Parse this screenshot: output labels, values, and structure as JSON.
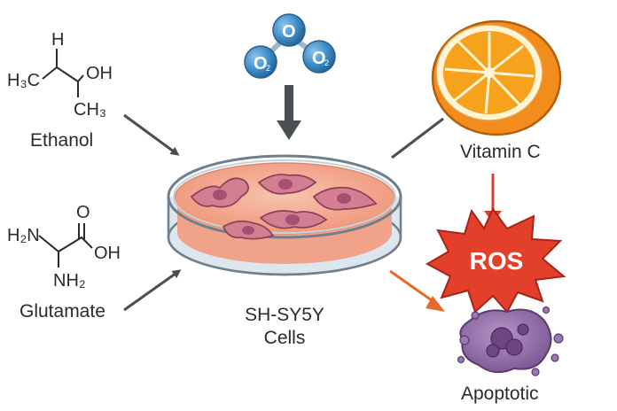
{
  "labels": {
    "ethanol": "Ethanol",
    "glutamate": "Glutamate",
    "cells_line1": "SH-SY5Y",
    "cells_line2": "Cells",
    "vitamin_c": "Vitamin C",
    "ros": "ROS",
    "apoptotic": "Apoptotic"
  },
  "oxygen": {
    "left": "O",
    "left_sub": "2",
    "middle": "O",
    "right": "O",
    "right_sub": "2"
  },
  "ethanol_structure": {
    "h_top": "H",
    "h3c": "H₃C",
    "oh": "OH",
    "ch3": "CH₃"
  },
  "glutamate_structure": {
    "h2n": "H₂N",
    "o": "O",
    "oh": "OH",
    "nh2": "NH₂"
  },
  "colors": {
    "arrow_dark": "#4a4f52",
    "arrow_red": "#d8402c",
    "arrow_orange": "#e86a2a",
    "ros_burst": "#e2402b",
    "dish_medium": "#f3a48c",
    "cell_pink": "#cf7a8e",
    "apoptotic_purple": "#8e6aa3",
    "oxygen_blue": "#3f8bc4",
    "orange_fruit": "#f28c1c"
  },
  "icons": [
    "oxygen-molecules-icon",
    "petri-dish-icon",
    "orange-slice-icon",
    "ros-burst-icon",
    "apoptotic-cell-icon"
  ]
}
